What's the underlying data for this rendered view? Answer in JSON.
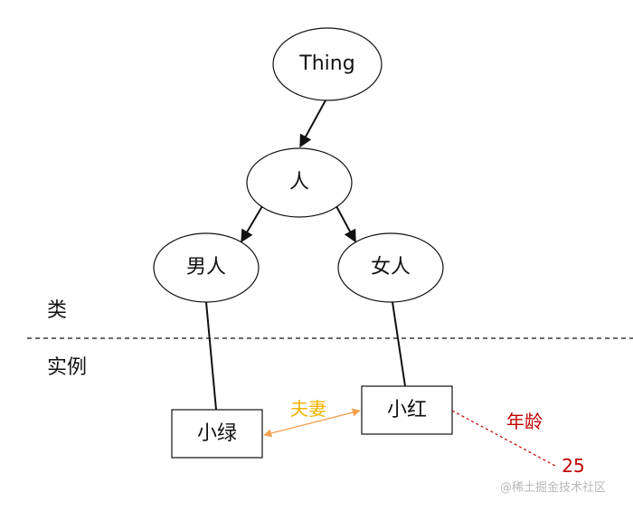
{
  "colors": {
    "stroke": "#111111",
    "spouse": "#f0b400",
    "spouse_line": "#f0a050",
    "attribute": "#c00000",
    "watermark": "#b8b8b8"
  },
  "nodes": {
    "thing": "Thing",
    "person": "人",
    "man": "男人",
    "woman": "女人",
    "instance_green": "小绿",
    "instance_red": "小红"
  },
  "regions": {
    "class_label": "类",
    "instance_label": "实例"
  },
  "relations": {
    "spouse": "夫妻",
    "age": "年龄"
  },
  "values": {
    "age": "25"
  },
  "watermark": "@稀土掘金技术社区"
}
